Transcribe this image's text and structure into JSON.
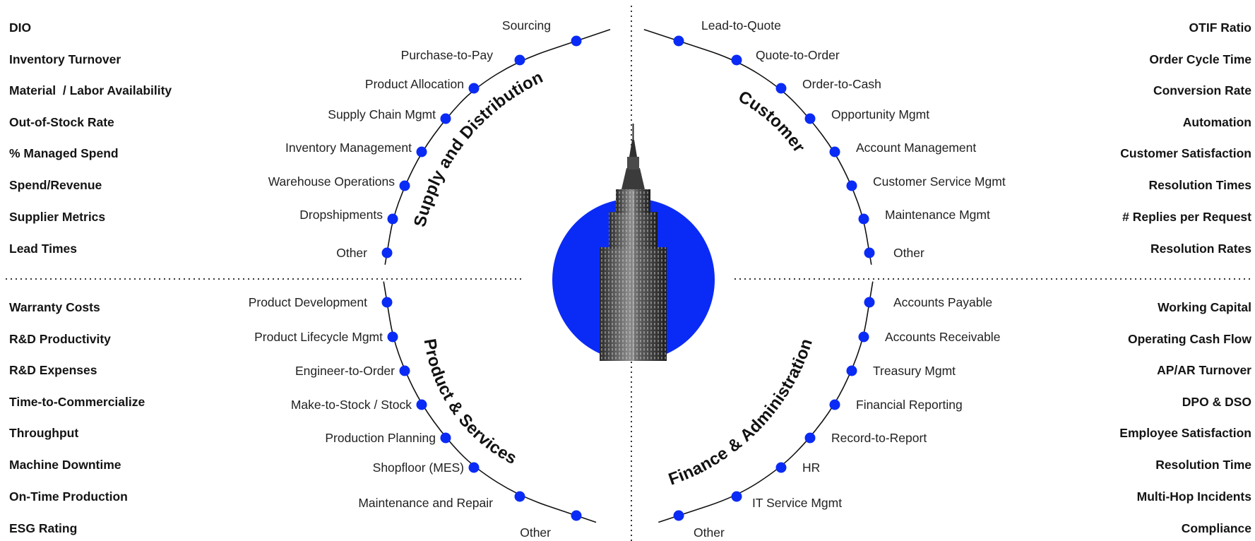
{
  "colors": {
    "accent": "#0a2bf5",
    "text": "#141414",
    "line": "#111111"
  },
  "quadrants": {
    "supply": {
      "title": "Supply and Distribution",
      "processes": [
        "Sourcing",
        "Purchase-to-Pay",
        "Product Allocation",
        "Supply Chain Mgmt",
        "Inventory Management",
        "Warehouse Operations",
        "Dropshipments",
        "Other"
      ],
      "kpis": [
        "DIO",
        "Inventory Turnover",
        "Material  / Labor Availability",
        "Out-of-Stock Rate",
        "% Managed Spend",
        "Spend/Revenue",
        "Supplier Metrics",
        "Lead Times"
      ]
    },
    "customer": {
      "title": "Customer",
      "processes": [
        "Lead-to-Quote",
        "Quote-to-Order",
        "Order-to-Cash",
        "Opportunity Mgmt",
        "Account Management",
        "Customer Service Mgmt",
        "Maintenance Mgmt",
        "Other"
      ],
      "kpis": [
        "OTIF Ratio",
        "Order Cycle Time",
        "Conversion Rate",
        "Automation",
        "Customer Satisfaction",
        "Resolution Times",
        "# Replies per Request",
        "Resolution Rates"
      ]
    },
    "product": {
      "title": "Product & Services",
      "processes": [
        "Product Development",
        "Product Lifecycle Mgmt",
        "Engineer-to-Order",
        "Make-to-Stock / Stock",
        "Production Planning",
        "Shopfloor (MES)",
        "Maintenance and Repair",
        "Other"
      ],
      "kpis": [
        "Warranty Costs",
        "R&D Productivity",
        "R&D Expenses",
        "Time-to-Commercialize",
        "Throughput",
        "Machine Downtime",
        "On-Time Production",
        "ESG Rating"
      ]
    },
    "finance": {
      "title": "Finance & Administration",
      "processes": [
        "Accounts Payable",
        "Accounts Receivable",
        "Treasury Mgmt",
        "Financial Reporting",
        "Record-to-Report",
        "HR",
        "IT Service Mgmt",
        "Other"
      ],
      "kpis": [
        "Working Capital",
        "Operating Cash Flow",
        "AP/AR Turnover",
        "DPO & DSO",
        "Employee Satisfaction",
        "Resolution Time",
        "Multi-Hop Incidents",
        "Compliance"
      ]
    }
  }
}
